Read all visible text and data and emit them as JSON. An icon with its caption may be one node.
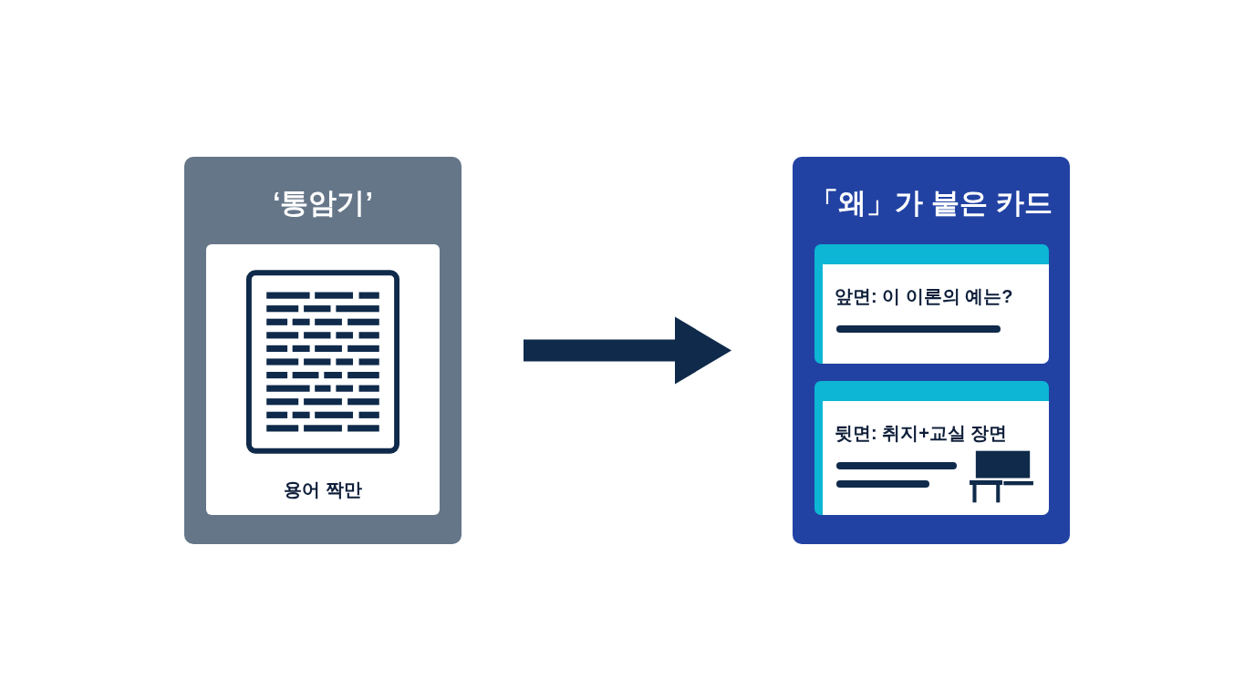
{
  "diagram": {
    "nodes": [
      {
        "text": [
          "‘통암기’"
        ]
      },
      {
        "text": [
          "용어 짝만"
        ],
        "in": 0
      },
      {
        "text": [
          "「왜」가 붙은 카드"
        ]
      },
      {
        "text": [
          "앞면: 이 이론의 예는?"
        ],
        "in": 2
      },
      {
        "text": [
          "뒷면: 취지+교실 장면"
        ],
        "in": 2
      }
    ],
    "edges": [
      {
        "from": 0,
        "to": 2,
        "arrow": "to"
      }
    ]
  }
}
